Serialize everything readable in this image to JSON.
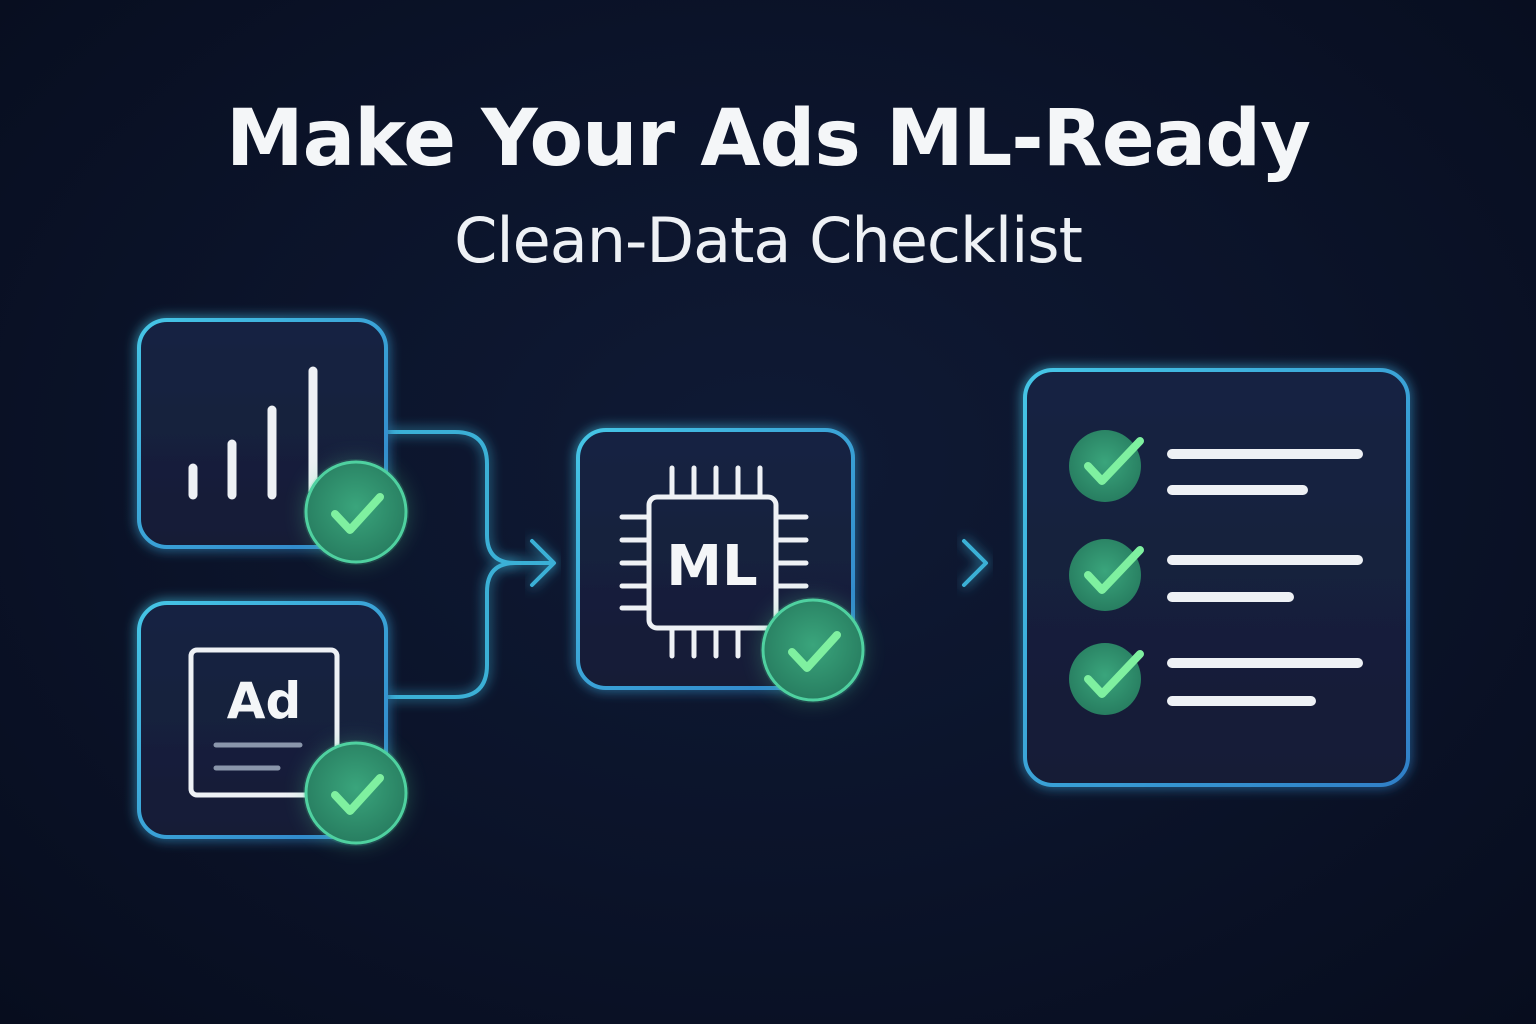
{
  "header": {
    "title": "Make Your Ads ML-Ready",
    "subtitle": "Clean-Data Checklist"
  },
  "nodes": {
    "ad_card": {
      "label": "Ad"
    },
    "ml_chip": {
      "label": "ML"
    }
  },
  "icons": {
    "analytics": "bar-chart-icon",
    "ad": "ad-document-icon",
    "ml": "ml-chip-icon",
    "checklist": "checklist-icon",
    "check": "check-circle-icon"
  },
  "colors": {
    "background": "#0b1329",
    "outline": "#3ab0d6",
    "check_fill": "#2f8f6c",
    "check_mark": "#7ff0a0",
    "text": "#f4f6f8"
  }
}
